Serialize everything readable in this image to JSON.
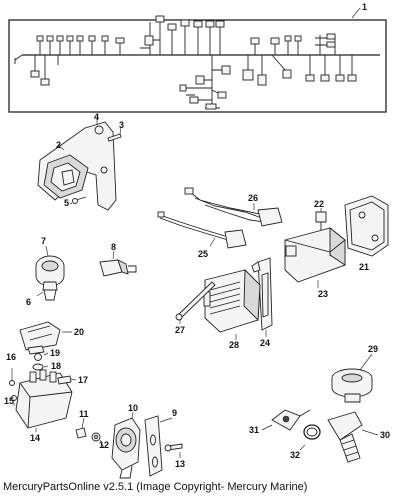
{
  "footer": {
    "text": "MercuryPartsOnline v2.5.1 (Image Copyright- Mercury Marine)"
  },
  "callouts": [
    "1",
    "2",
    "3",
    "4",
    "5",
    "6",
    "7",
    "8",
    "9",
    "10",
    "11",
    "12",
    "13",
    "14",
    "15",
    "16",
    "17",
    "18",
    "19",
    "20",
    "21",
    "22",
    "23",
    "24",
    "25",
    "26",
    "27",
    "28",
    "29",
    "30",
    "31",
    "32"
  ]
}
